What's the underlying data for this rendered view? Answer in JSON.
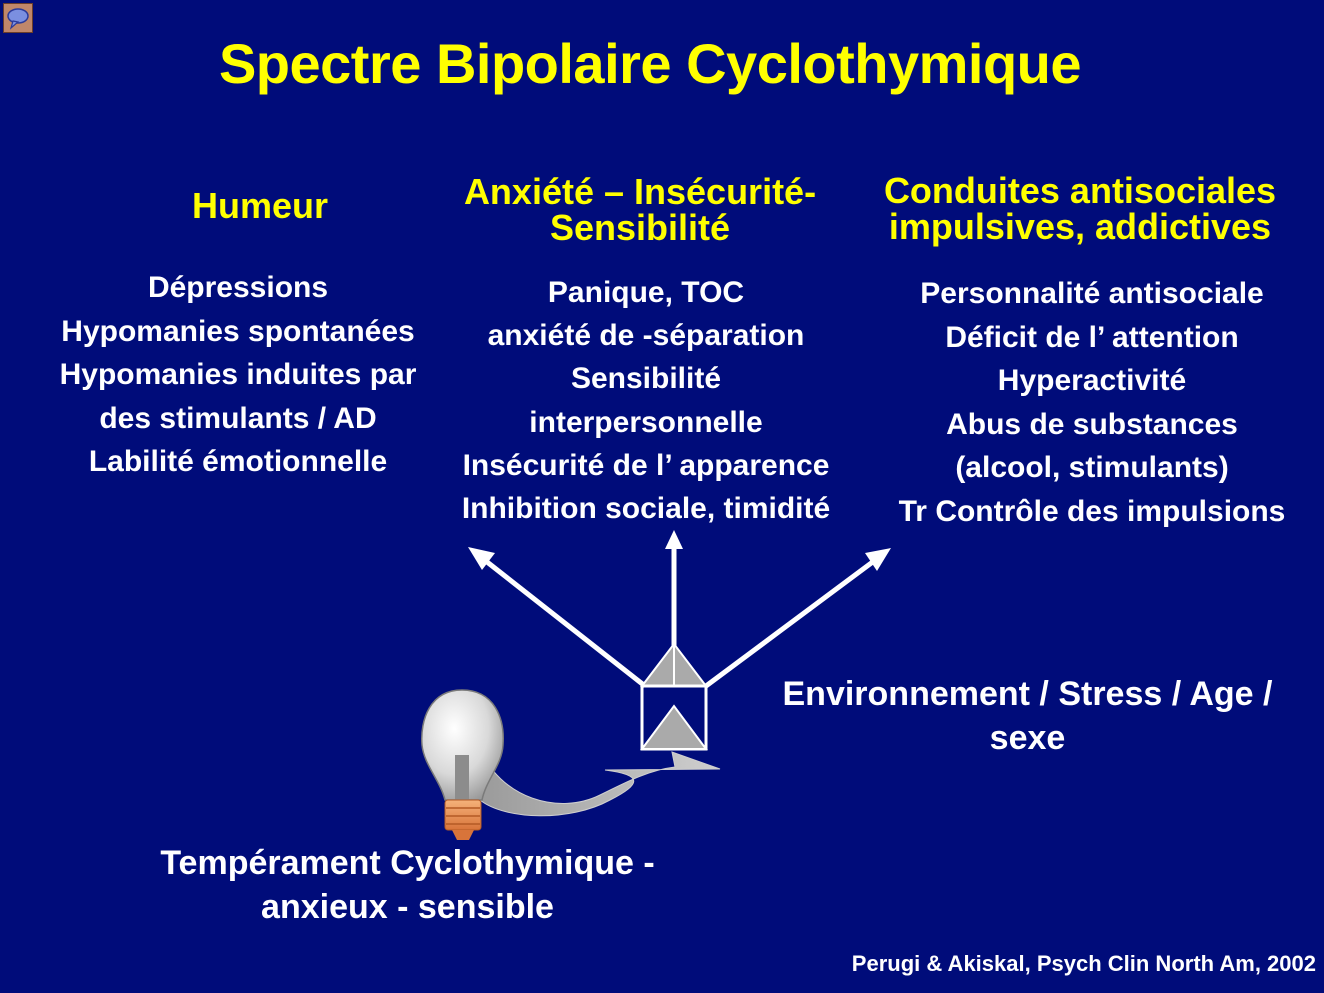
{
  "title": "Spectre Bipolaire Cyclothymique",
  "columns": [
    {
      "heading_lines": [
        "Humeur"
      ],
      "items": [
        "Dépressions",
        "Hypomanies spontanées",
        "Hypomanies induites par",
        "des stimulants / AD",
        "Labilité émotionnelle"
      ]
    },
    {
      "heading_lines": [
        "Anxiété – Insécurité-",
        "Sensibilité"
      ],
      "items": [
        "Panique, TOC",
        "anxiété de -séparation",
        "Sensibilité",
        "interpersonnelle",
        "Insécurité de l’ apparence",
        "Inhibition sociale, timidité"
      ]
    },
    {
      "heading_lines": [
        "Conduites antisociales",
        "impulsives, addictives"
      ],
      "items": [
        "Personnalité antisociale",
        "Déficit de l’ attention",
        "Hyperactivité",
        "Abus de substances",
        "(alcool, stimulants)",
        "Tr Contrôle des impulsions"
      ]
    }
  ],
  "environment_lines": [
    "Environnement / Stress / Age /",
    "sexe"
  ],
  "temperament_lines": [
    "Tempérament Cyclothymique -",
    "anxieux - sensible"
  ],
  "citation": "Perugi & Akiskal, Psych Clin North Am, 2002",
  "icons": {
    "corner": "speech-bubble-icon",
    "bulb": "light-bulb-icon",
    "prism": "prism-icon"
  },
  "colors": {
    "background": "#000c7a",
    "title": "#ffff00",
    "text": "#ffffff"
  }
}
